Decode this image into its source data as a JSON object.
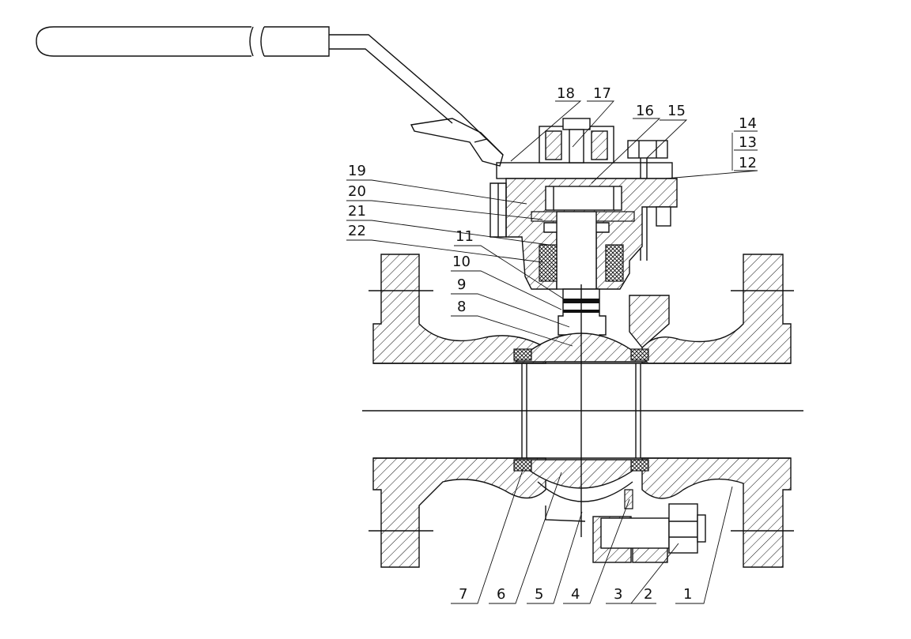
{
  "callouts": {
    "left": [
      "19",
      "20",
      "21",
      "22",
      "11",
      "10",
      "9",
      "8"
    ],
    "top": [
      "18",
      "17",
      "16",
      "15"
    ],
    "right": [
      "14",
      "13",
      "12"
    ],
    "bottom": [
      "7",
      "6",
      "5",
      "4",
      "3",
      "2",
      "1"
    ]
  },
  "colors": {
    "line": "#111111",
    "background": "#ffffff"
  }
}
